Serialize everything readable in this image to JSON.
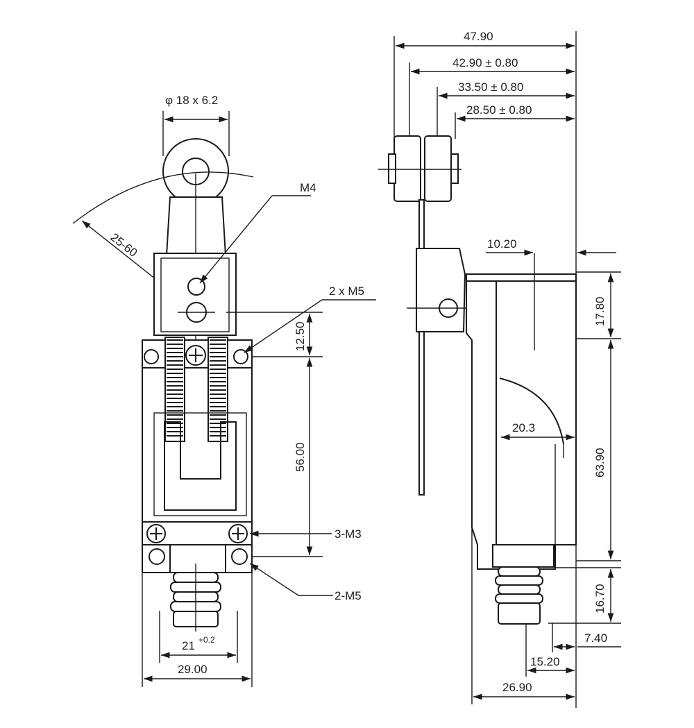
{
  "front_view": {
    "roller_label": "φ 18 x 6.2",
    "arc_label": "25-60",
    "m4_label": "M4",
    "top_mount_label": "2 x M5",
    "dim_12_50": "12.50",
    "dim_56_00": "56.00",
    "screw_label": "3-M3",
    "bottom_mount_label": "2-M5",
    "dim_21": "21",
    "dim_21_tol": "+0.2",
    "dim_29_00": "29.00"
  },
  "side_view": {
    "dim_47_90": "47.90",
    "dim_42_90": "42.90 ± 0.80",
    "dim_33_50": "33.50 ± 0.80",
    "dim_28_50": "28.50 ± 0.80",
    "dim_10_20": "10.20",
    "dim_17_80": "17.80",
    "dim_20_3": "20.3",
    "dim_63_90": "63.90",
    "dim_16_70": "16.70",
    "dim_7_40": "7.40",
    "dim_15_20": "15.20",
    "dim_26_90": "26.90"
  }
}
